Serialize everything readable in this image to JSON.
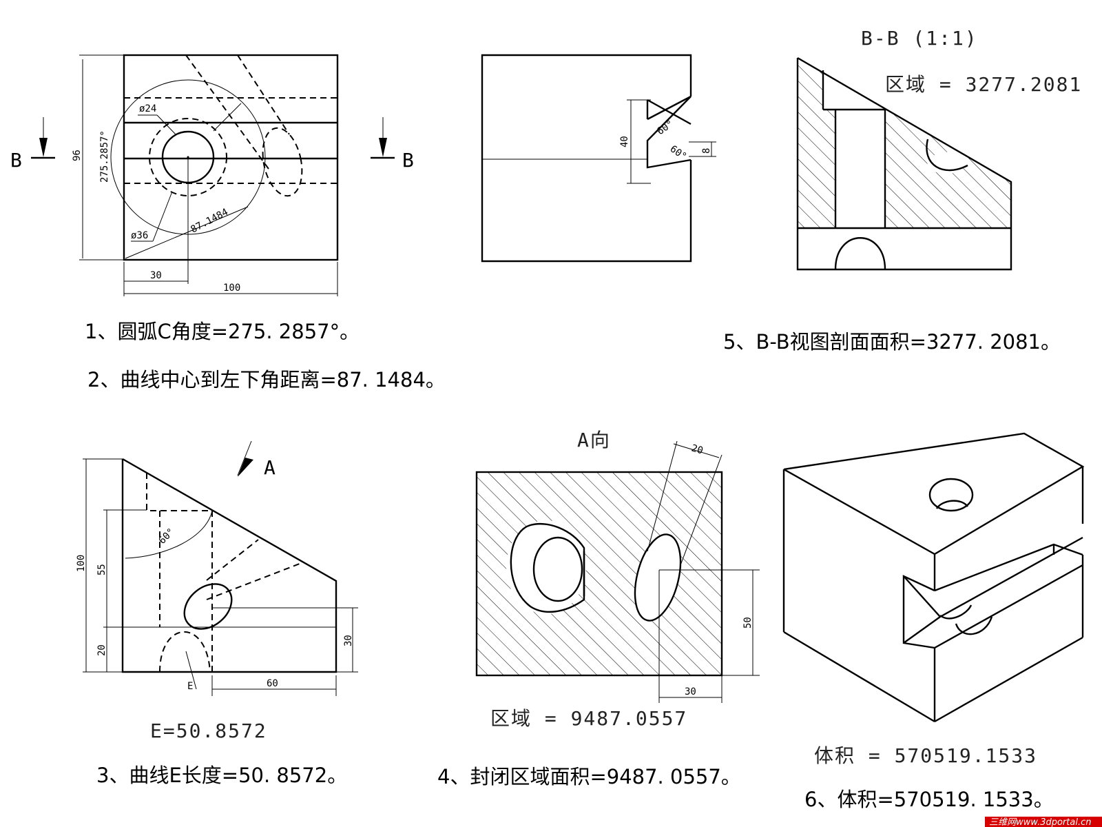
{
  "view1": {
    "section_mark_left": "B",
    "section_mark_right": "B",
    "dim_height": "96",
    "dim_arc_angle": "275.2857°",
    "dim_inner_dia": "ø24",
    "dim_outer_dia": "ø36",
    "dim_distance": "87.1484",
    "dim_offset": "30",
    "dim_width": "100"
  },
  "view2": {
    "dim_groove": "40",
    "dim_slot": "8",
    "dim_angle_top": "60°",
    "dim_angle_bottom": "60°"
  },
  "view5": {
    "title": "B-B (1:1)",
    "area_label": "区域 = 3277.2081"
  },
  "view3": {
    "direction_mark": "A",
    "dim_height": "100",
    "dim_55": "55",
    "dim_20": "20",
    "dim_angle": "60°",
    "dim_30": "30",
    "dim_60": "60",
    "curve_label": "E",
    "result_label": "E=50.8572"
  },
  "view4": {
    "title": "A向",
    "dim_20": "20",
    "dim_50": "50",
    "dim_30": "30",
    "area_label": "区域 = 9487.0557"
  },
  "view6": {
    "volume_label": "体积 = 570519.1533"
  },
  "captions": {
    "c1": "1、圆弧C角度=275. 2857°。",
    "c2": "2、曲线中心到左下角距离=87. 1484。",
    "c3": "3、曲线E长度=50. 8572。",
    "c4": "4、封闭区域面积=9487. 0557。",
    "c5": "5、B-B视图剖面面积=3277. 2081。",
    "c6": "6、体积=570519. 1533。"
  },
  "watermark": "三维网www.3dportal.cn"
}
